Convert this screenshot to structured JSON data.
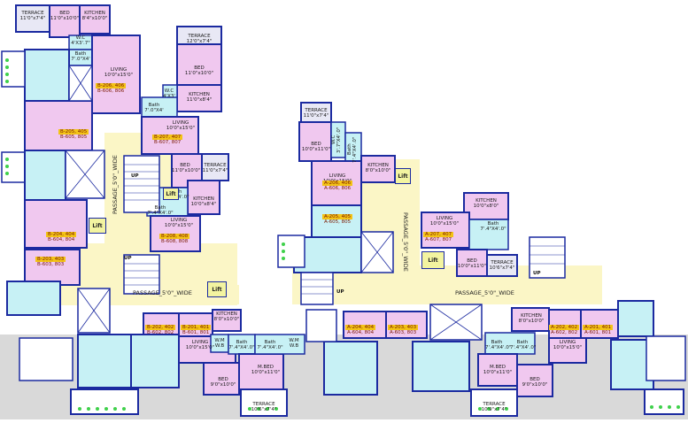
{
  "plan": {
    "colors": {
      "wall": "#1b2aa0",
      "living_floor": "#f0c8ef",
      "wet_floor": "#c7f1f5",
      "passage_floor": "#fbf6c6",
      "terrace_floor": "#c8c8c8",
      "highlight_flat": "#f3c316",
      "flat_text": "#7a1800",
      "lift_fill": "#f3f4a0",
      "balcony_green": "#3fd14b"
    },
    "rooms": [
      {
        "label": "TERRACE\n11'0\"x7'4\""
      },
      {
        "label": "BED\n11'0\"x10'0\""
      },
      {
        "label": "KITCHEN\n8'4\"x10'0\""
      },
      {
        "label": "W.C\n4'X3'.7\""
      },
      {
        "label": "Bath\n7'.0\"X4'"
      },
      {
        "label": "LIVING\n10'0\"x15'0\""
      },
      {
        "label": "TERRACE\n12'0\"x7'4\""
      },
      {
        "label": "BED\n11'0\"x10'0\""
      },
      {
        "label": "KITCHEN\n11'0\"x8'4\""
      },
      {
        "label": "W.C\n4'X3'"
      },
      {
        "label": "Bath\n7'.0\"X4'"
      },
      {
        "label": "LIVING\n10'0\"x15'0\""
      },
      {
        "label": "BED\n11'0\"x10'0\""
      },
      {
        "label": "TERRACE\n11'0\"x7'4\""
      },
      {
        "label": "Bath\n7'.4\"X4'.0\""
      },
      {
        "label": "KITCHEN\n10'0\"x8'4\""
      },
      {
        "label": "Bath\n7'.4\"X4'.0\""
      },
      {
        "label": "LIVING\n10'0\"x15'0\""
      },
      {
        "label": "KITCHEN\n8'0\"x10'0\""
      },
      {
        "label": "LIVING\n10'0\"x15'0\""
      },
      {
        "label": "W.M\nW.B"
      },
      {
        "label": "W.M\nW.B"
      },
      {
        "label": "Bath\n7'.4\"X4'.0\""
      },
      {
        "label": "Bath\n7'.4\"X4'.0\""
      },
      {
        "label": "M.BED\n10'0\"x11'0\""
      },
      {
        "label": "BED\n9'0\"x10'0\""
      },
      {
        "label": "TERRACE\n10'6\"x7'4\""
      },
      {
        "label": "TERRACE\n11'0\"x7'4\""
      },
      {
        "label": "BED\n10'0\"x11'0\""
      },
      {
        "label": "W.C\n3'.7\"X4'.0\""
      },
      {
        "label": "Bath\n7'.4\"X4'.0\""
      },
      {
        "label": "KITCHEN\n8'0\"x10'0\""
      },
      {
        "label": "LIVING\n10'0\"x15'0\""
      },
      {
        "label": "KITCHEN\n10'0\"x8'0\""
      },
      {
        "label": "LIVING\n10'0\"x15'0\""
      },
      {
        "label": "Bath\n7'.4\"X4'.0\""
      },
      {
        "label": "BED\n10'0\"x11'0\""
      },
      {
        "label": "TERRACE\n10'6\"x7'4\""
      },
      {
        "label": "Bath\n7'.4\"X4'.0\""
      },
      {
        "label": "Bath\n7'.4\"X4'.0\""
      },
      {
        "label": "M.BED\n10'0\"x11'0\""
      },
      {
        "label": "BED\n9'0\"x10'0\""
      },
      {
        "label": "TERRACE\n10'9\"x7'4\""
      },
      {
        "label": "KITCHEN\n8'0\"x10'0\""
      },
      {
        "label": "LIVING\n10'0\"x15'0\""
      }
    ],
    "units": [
      {
        "top": "B-206, 406",
        "bottom": "B-606, 806"
      },
      {
        "top": "B-205, 405",
        "bottom": "B-605, 805"
      },
      {
        "top": "B-207, 407",
        "bottom": "B-607, 807"
      },
      {
        "top": "B-208, 408",
        "bottom": "B-608, 808"
      },
      {
        "top": "B-204, 404",
        "bottom": "B-604, 804"
      },
      {
        "top": "B-203, 403",
        "bottom": "B-603, 803"
      },
      {
        "top": "B-202, 402",
        "bottom": "B-602, 802"
      },
      {
        "top": "B-201, 401",
        "bottom": "B-601, 801"
      },
      {
        "top": "A-206, 406",
        "bottom": "A-606, 806"
      },
      {
        "top": "A-205, 405",
        "bottom": "A-605, 805"
      },
      {
        "top": "A-207, 407",
        "bottom": "A-607, 807"
      },
      {
        "top": "A-204, 404",
        "bottom": "A-604, 804"
      },
      {
        "top": "A-203, 403",
        "bottom": "A-603, 803"
      },
      {
        "top": "A-202, 402",
        "bottom": "A-602, 802"
      },
      {
        "top": "A-201, 401",
        "bottom": "A-601, 801"
      }
    ],
    "lifts": [
      "Lift",
      "Lift",
      "Lift",
      "Lift",
      "Lift"
    ],
    "passages": [
      "PASSAGE_5'0\"_WIDE",
      "PASSAGE_5'0\"_WIDE",
      "PASSAGE_5'0\"_WIDE",
      "PASSAGE_5'0\"_WIDE"
    ],
    "stair_markers": [
      "UP",
      "UP",
      "UP",
      "UP"
    ]
  }
}
